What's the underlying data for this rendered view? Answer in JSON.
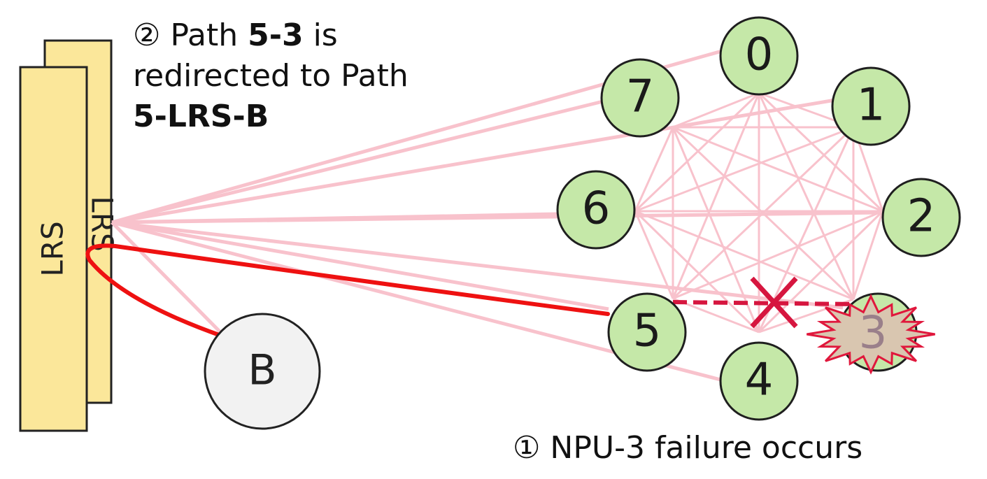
{
  "colors": {
    "lrs_fill": "#fbe79a",
    "node_fill": "#c5e8a8",
    "node_stroke": "#1f1f1f",
    "b_fill": "#f2f2f2",
    "link": "#f8c2cc",
    "redirect_path": "#ee1111",
    "failed_link": "#d6163f",
    "burst_fill": "#d9c6b0",
    "burst_stroke": "#e0173c",
    "failed_label": "#9a7f8a"
  },
  "lrs": {
    "front_label": "LRS",
    "back_label": "LRS"
  },
  "b_node": {
    "label": "B"
  },
  "npu_nodes": [
    {
      "id": "0",
      "label": "0"
    },
    {
      "id": "1",
      "label": "1"
    },
    {
      "id": "2",
      "label": "2"
    },
    {
      "id": "3",
      "label": "3",
      "failed": true
    },
    {
      "id": "4",
      "label": "4"
    },
    {
      "id": "5",
      "label": "5"
    },
    {
      "id": "6",
      "label": "6"
    },
    {
      "id": "7",
      "label": "7"
    }
  ],
  "failed_link": {
    "from": "5",
    "to": "3"
  },
  "redirect_path": [
    "5",
    "LRS",
    "B"
  ],
  "annotations": {
    "step2": {
      "circled_num": "②",
      "p1": " Path ",
      "p2": "5-3",
      "p3": " is",
      "line2": "redirected to Path",
      "line3": "5-LRS-B"
    },
    "step1": {
      "text": "① NPU-3 failure occurs"
    }
  }
}
